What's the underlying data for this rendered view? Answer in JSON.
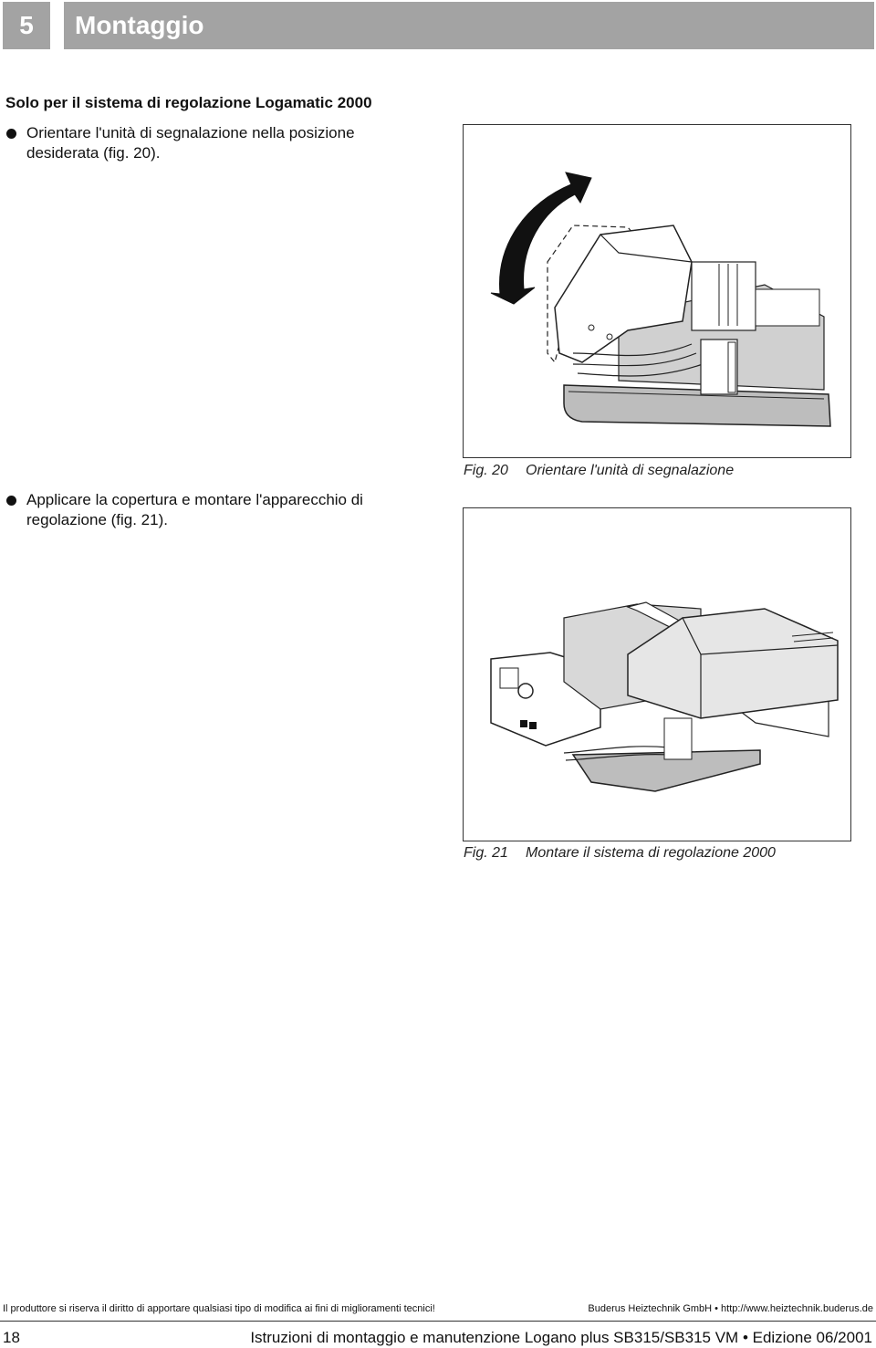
{
  "chapter": {
    "number": "5",
    "title": "Montaggio"
  },
  "section_heading": "Solo per il sistema di regolazione Logamatic 2000",
  "bullets": [
    "Orientare l'unità di segnalazione nella posizione desiderata (fig. 20).",
    "Applicare la copertura e montare l'apparecchio di regolazione (fig. 21)."
  ],
  "figures": [
    {
      "number": "Fig. 20",
      "caption": "Orientare l'unità di segnalazione"
    },
    {
      "number": "Fig. 21",
      "caption": "Montare il sistema di regolazione 2000"
    }
  ],
  "footer": {
    "disclaimer": "Il produttore si riserva il diritto di apportare qualsiasi tipo di modifica ai fini di miglioramenti tecnici!",
    "company": "Buderus Heiztechnik GmbH • http://www.heiztechnik.buderus.de",
    "page_number": "18",
    "document_title": "Istruzioni di montaggio e manutenzione Logano plus SB315/SB315 VM • Edizione 06/2001"
  }
}
